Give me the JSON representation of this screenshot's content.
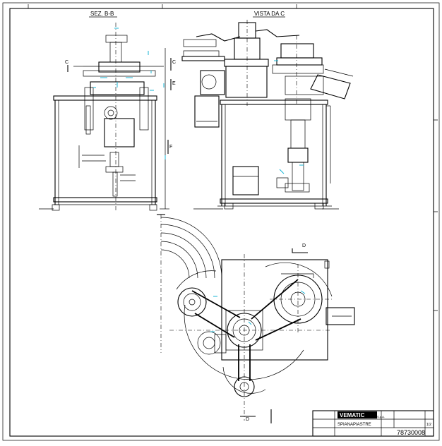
{
  "views": {
    "section_left": "SEZ. B-B",
    "view_right": "VISTA DA C"
  },
  "section_marks": {
    "c_left": "C",
    "c_right": "C",
    "e": "E",
    "f": "F",
    "d_top": "D",
    "d_bottom": "D"
  },
  "title_block": {
    "company": "VEMATIC",
    "company_suffix": "S.p.A.",
    "description": "SPIANAPIASTRE",
    "drawing_number": "78730008",
    "sheet": "1/2"
  },
  "colors": {
    "ink": "#000000",
    "highlight": "#19b6d6"
  }
}
